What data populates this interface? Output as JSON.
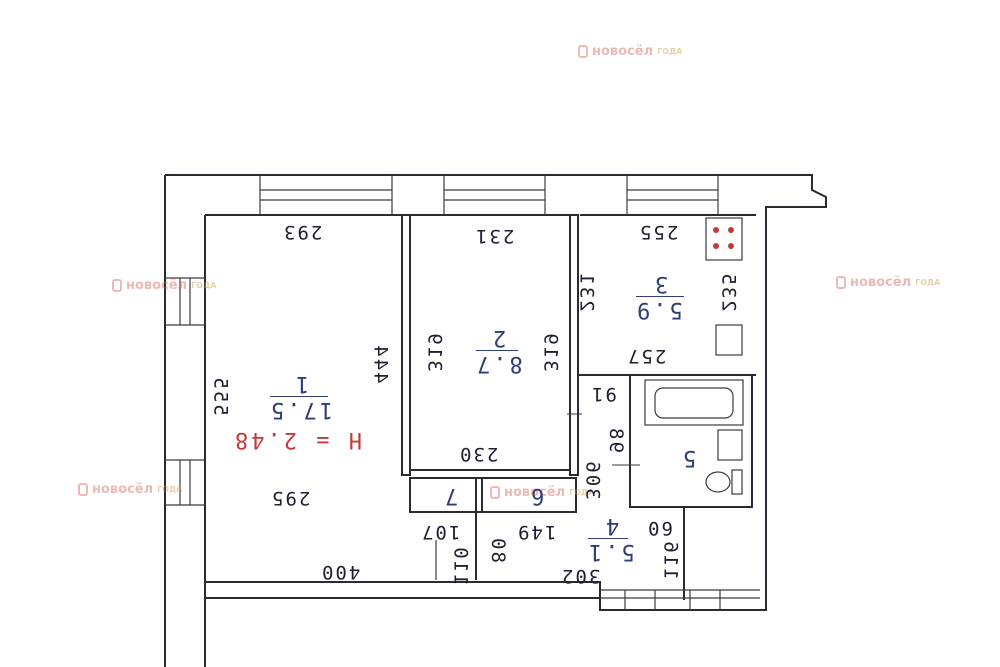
{
  "watermark": {
    "text": "новосёл",
    "badge": "ГОДА"
  },
  "rooms": [
    {
      "number": "1",
      "area": "17.5",
      "height_label": "H = 2.48"
    },
    {
      "number": "2",
      "area": "8.7"
    },
    {
      "number": "3",
      "area": "5.9"
    },
    {
      "number": "4",
      "area": "5.1"
    },
    {
      "number": "5"
    },
    {
      "number": "6"
    },
    {
      "number": "7"
    }
  ],
  "dimensions": {
    "d293": "293",
    "d444": "444",
    "d555": "555",
    "d295": "295",
    "d400": "400",
    "d231": "231",
    "d319a": "319",
    "d319b": "319",
    "d230": "230",
    "d255": "255",
    "d231b": "231",
    "d235": "235",
    "d257": "257",
    "d91": "91",
    "d98": "98",
    "d306": "306",
    "d149": "149",
    "d302": "302",
    "d60": "60",
    "d116": "116",
    "d107": "107",
    "d110": "110",
    "d80": "80"
  }
}
